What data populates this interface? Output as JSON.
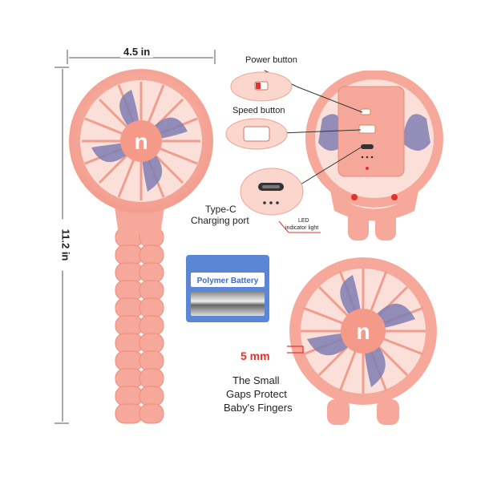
{
  "dimensions": {
    "width_label": "4.5 in",
    "height_label": "11.2 in"
  },
  "callouts": {
    "power_button": "Power button",
    "speed_button": "Speed button",
    "type_c_line1": "Type-C",
    "type_c_line2": "Charging port",
    "led_line1": "LED",
    "led_line2": "indicator light"
  },
  "battery": {
    "label": "Polymer Battery"
  },
  "gap": {
    "measure": "5 mm",
    "caption_line1": "The Small",
    "caption_line2": "Gaps Protect",
    "caption_line3": "Baby's Fingers"
  },
  "brand": {
    "logo_letter": "n"
  },
  "colors": {
    "body_pink": "#f6a89a",
    "dark_pink": "#ef8e7e",
    "blade_purple": "#7f7fb3",
    "battery_blue": "#5b86d6",
    "accent_red": "#e0342c"
  }
}
